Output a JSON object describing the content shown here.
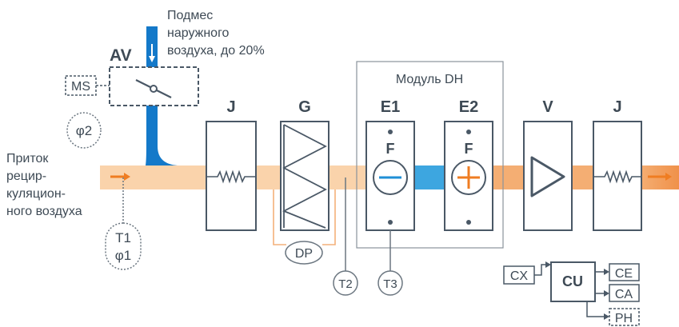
{
  "diagram": {
    "fresh_air_note": [
      "Подмес",
      "наружного",
      "воздуха, до 20%"
    ],
    "inlet_label": [
      "Приток",
      "рецир-",
      "куляцион-",
      "ного воздуха"
    ],
    "damper_label": "AV",
    "ms_label": "MS",
    "phi2_label": "φ2",
    "t1_label": "T1",
    "phi1_label": "φ1",
    "module_label": "Модуль DH",
    "components": [
      {
        "id": "J",
        "label": "J"
      },
      {
        "id": "G",
        "label": "G"
      },
      {
        "id": "E1",
        "label": "E1",
        "sub": "F"
      },
      {
        "id": "E2",
        "label": "E2",
        "sub": "F"
      },
      {
        "id": "V",
        "label": "V"
      },
      {
        "id": "J2",
        "label": "J"
      }
    ],
    "dp_label": "DP",
    "t2_label": "T2",
    "t3_label": "T3",
    "control": {
      "input": "CX",
      "unit": "CU",
      "outputs": [
        "CE",
        "CA",
        "PH"
      ]
    }
  },
  "colors": {
    "duct": "#fad3ab",
    "duct_dark": "#f2a364",
    "arrow": "#ef7d22",
    "fresh_air": "#1479c9",
    "cold_band": "#3da6e0",
    "component_stroke": "#4a5866",
    "line": "#5f6b75"
  }
}
